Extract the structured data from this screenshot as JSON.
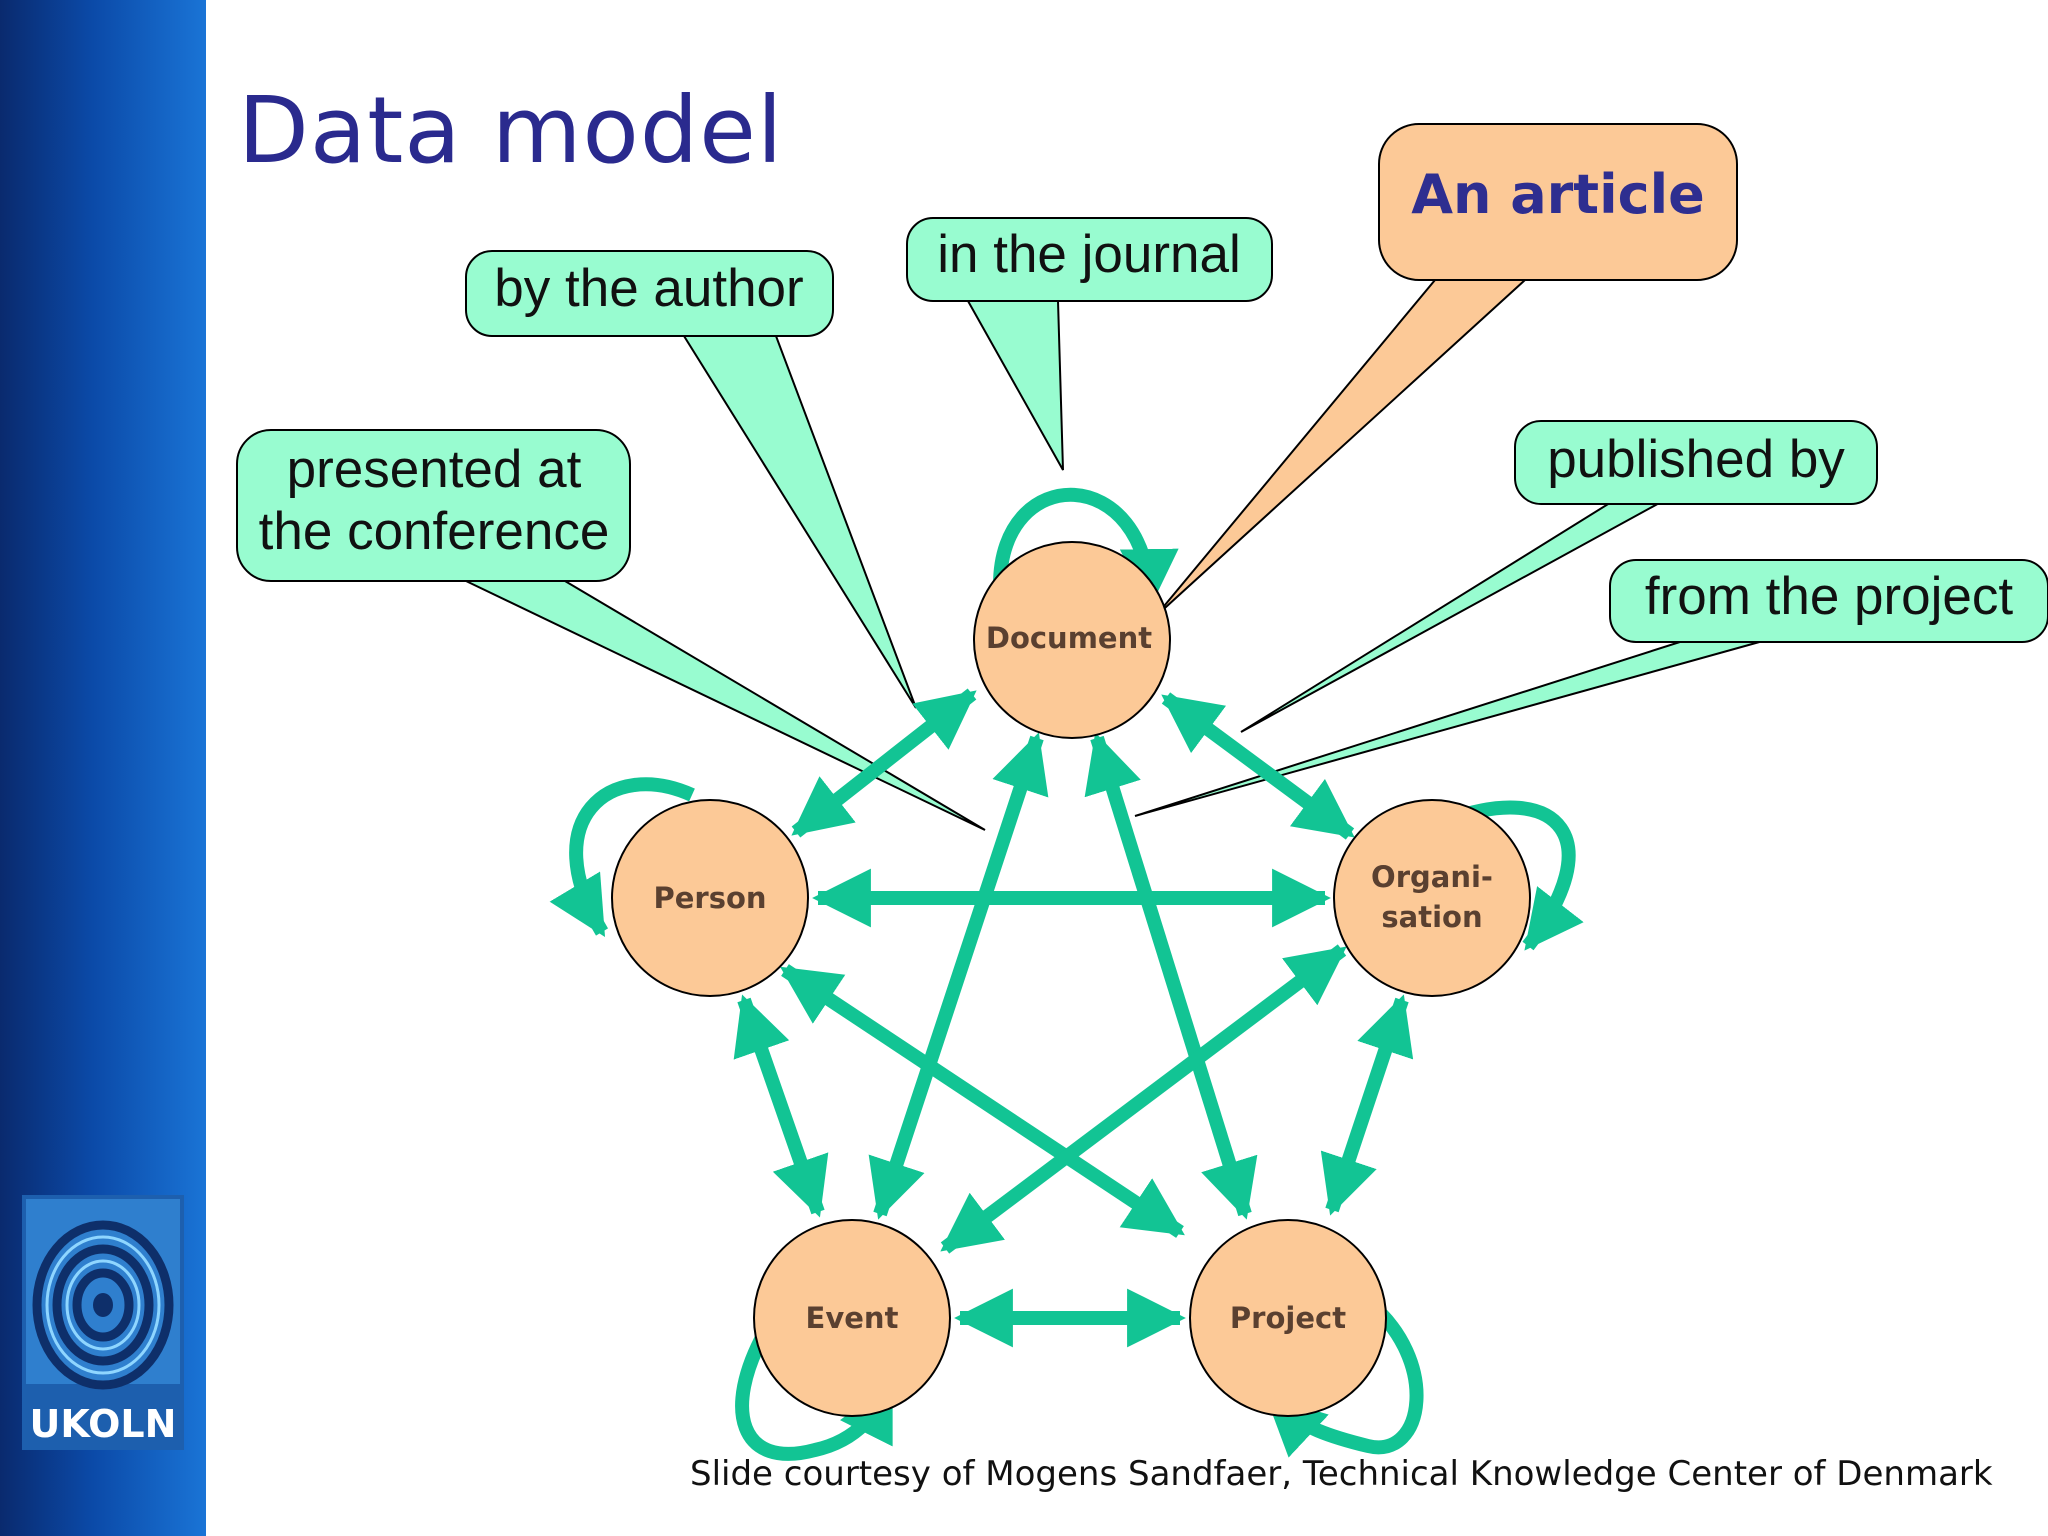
{
  "slide": {
    "title": "Data model",
    "credit": "Slide courtesy of Mogens Sandfaer, Technical Knowledge Center of Denmark",
    "logo_text": "UKOLN"
  },
  "nodes": {
    "document": "Document",
    "person": "Person",
    "organisation_line1": "Organi-",
    "organisation_line2": "sation",
    "event": "Event",
    "project": "Project"
  },
  "callouts": {
    "article": "An article",
    "author": "by the author",
    "journal": "in the journal",
    "conference_line1": "presented at",
    "conference_line2": "the conference",
    "published": "published by",
    "project": "from the project"
  },
  "colors": {
    "sidebar": "#0b4aa8",
    "title": "#2a2a8e",
    "node_fill": "#fcc997",
    "callout_fill": "#98fcd0",
    "article_fill": "#fcc997",
    "arrow": "#12c494"
  }
}
